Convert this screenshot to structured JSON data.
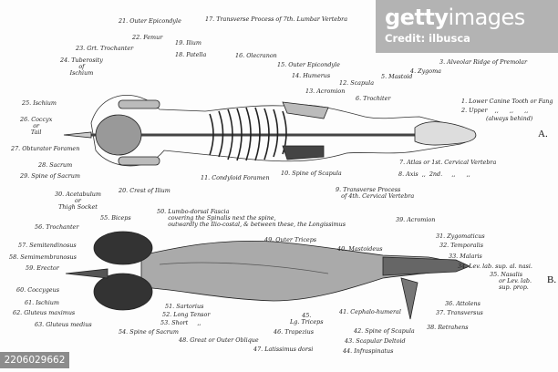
{
  "figure_a": {
    "marker": "A.",
    "labels": [
      "21. Outer Epicondyle",
      "17. Transverse Process of 7th. Lumbar Vertebra",
      "22. Femur",
      "19. Ilium",
      "23. Grt. Trochanter",
      "18. Patella",
      "16. Olecranon",
      "24. Tuberosity\nof\nIschium",
      "15. Outer Epicondyle",
      "4. Zygoma",
      "3. Alveolar Ridge of Premolar",
      "14. Humerus",
      "5. Mastoid",
      "12. Scapula",
      "13. Acromion",
      "6. Trochiter",
      "1. Lower Canine Tooth or Fang",
      "2. Upper    ,,      ,,      ,,",
      "(always behind)",
      "25. Ischium",
      "26. Coccyx\nor\nTail",
      "27. Obturator Foramen",
      "7. Atlas or 1st. Cervical Vertebra",
      "28. Sacrum",
      "8. Axis  ,,  2nd.     ,,      ,,",
      "10. Spine of Scapula",
      "11. Condyloid Foramen",
      "29. Spine of Sacrum",
      "9. Transverse Process\n   of 4th. Cervical Vertebra",
      "30. Acetabulum\nor\nThigh Socket",
      "20. Crest of Ilium"
    ]
  },
  "figure_b": {
    "marker": "B.",
    "labels": [
      "50. Lumbo-dorsal Fascia\n      covering the Spinalis next the spine,\n      outwardly the Ilio-costal, & between these, the Longissimus",
      "55. Biceps",
      "56. Trochanter",
      "49. Outer Triceps",
      "39. Acromion",
      "57. Semitendinosus",
      "58. Semimembranosus",
      "59. Erector",
      "60. Coccygeus",
      "61. Ischium",
      "62. Gluteus maximus",
      "63. Gluteus medius",
      "51. Sartorius",
      "52. Long Tensor",
      "53. Short     ,,",
      "54. Spine of Sacrum",
      "48. Great or Outer Oblique",
      "40. Mastoideus",
      "31. Zygomaticus",
      "32. Temporalis",
      "33. Malaris",
      "34. Lev. lab. sup. al. nasi.",
      "35. Nasalis\n     or Lev. lab.\n     sup. prop.",
      "45.\nLg. Triceps",
      "41. Cephalo-humeral",
      "36. Attolens",
      "37. Transversus",
      "38. Retrahens",
      "46. Trapezius",
      "42. Spine of Scapula",
      "43. Scapular Deltoid",
      "47. Latissimus dorsi",
      "44. Infraspinatus"
    ]
  },
  "watermark": {
    "brand_bold": "getty",
    "brand_light": "images",
    "credit": "Credit: ilbusca"
  },
  "image_id": "2206029662"
}
